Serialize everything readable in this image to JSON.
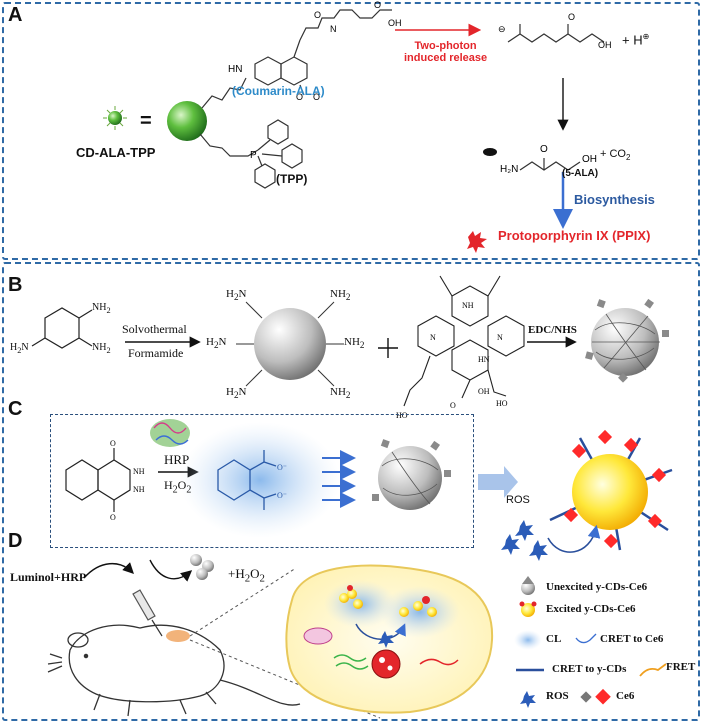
{
  "panels": {
    "A": "A",
    "B": "B",
    "C": "C",
    "D": "D"
  },
  "panelA": {
    "cd_label": "CD-ALA-TPP",
    "equals": "=",
    "coumarin": "(Coumarin-ALA)",
    "tpp": "(TPP)",
    "two_photon_1": "Two-photon",
    "two_photon_2": "induced release",
    "h_plus": "+ H",
    "plus_co2": "+ CO",
    "ala": "(5-ALA)",
    "biosynthesis": "Biosynthesis",
    "ppix": "Protoporphyrin IX (PPIX)",
    "colors": {
      "red": "#e3262b",
      "blue": "#2c5aa0",
      "coumarin": "#2e8bc9"
    }
  },
  "panelB": {
    "solvothermal": "Solvothermal",
    "formamide": "Formamide",
    "edc": "EDC/NHS",
    "nh2": "NH",
    "h2n": "H",
    "plus": "+"
  },
  "panelC": {
    "hrp": "HRP",
    "h2o2": "H",
    "ros": "ROS"
  },
  "panelD": {
    "luminol_hrp": "Luminol+HRP",
    "plus_h2o2": "+H",
    "legend": {
      "unexcited": "Unexcited y-CDs-Ce6",
      "excited": "Excited y-CDs-Ce6",
      "cl": "CL",
      "cret_ce6": "CRET to Ce6",
      "cret_ycds": "CRET to y-CDs",
      "fret": "FRET",
      "ros": "ROS",
      "ce6": "Ce6"
    }
  }
}
